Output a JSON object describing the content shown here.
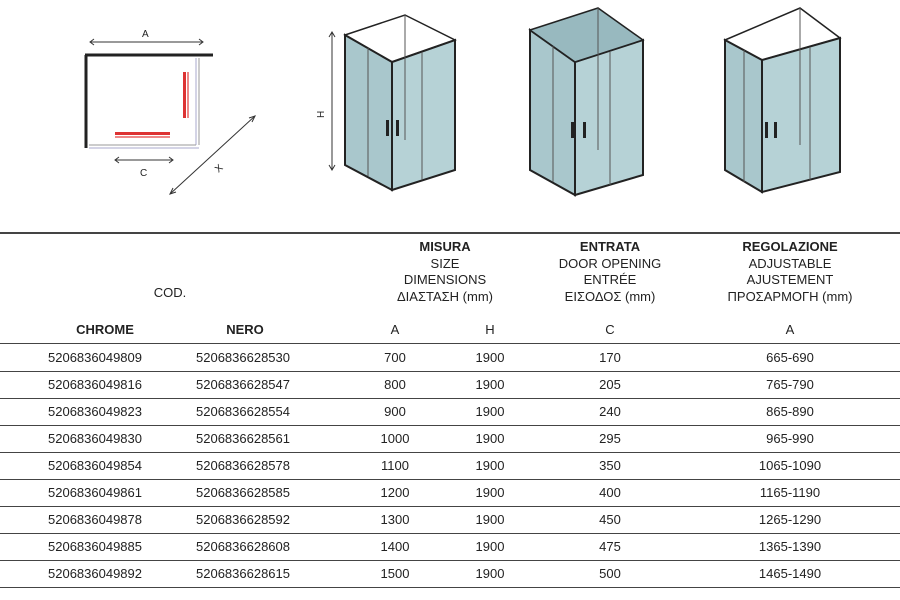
{
  "diagrams": {
    "plan": {
      "label_a": "A",
      "label_c": "C",
      "label_x": "X"
    },
    "shower_label_h": "H"
  },
  "table": {
    "cod_label": "COD.",
    "groups": {
      "misura": {
        "line1": "MISURA",
        "line2": "SIZE",
        "line3": "DIMENSIONS",
        "line4": "ΔΙΑΣΤΑΣΗ (mm)"
      },
      "entrata": {
        "line1": "ENTRATA",
        "line2": "DOOR OPENING",
        "line3": "ENTRÉE",
        "line4": "ΕΙΣΟΔΟΣ (mm)"
      },
      "regolazione": {
        "line1": "REGOLAZIONE",
        "line2": "ADJUSTABLE",
        "line3": "AJUSTEMENT",
        "line4": "ΠΡΟΣΑΡΜΟΓΗ (mm)"
      }
    },
    "columns": {
      "chrome": "CHROME",
      "nero": "NERO",
      "a": "A",
      "h": "H",
      "c": "C",
      "adj": "A"
    },
    "rows": [
      {
        "chrome": "5206836049809",
        "nero": "5206836628530",
        "a": "700",
        "h": "1900",
        "c": "170",
        "adj": "665-690"
      },
      {
        "chrome": "5206836049816",
        "nero": "5206836628547",
        "a": "800",
        "h": "1900",
        "c": "205",
        "adj": "765-790"
      },
      {
        "chrome": "5206836049823",
        "nero": "5206836628554",
        "a": "900",
        "h": "1900",
        "c": "240",
        "adj": "865-890"
      },
      {
        "chrome": "5206836049830",
        "nero": "5206836628561",
        "a": "1000",
        "h": "1900",
        "c": "295",
        "adj": "965-990"
      },
      {
        "chrome": "5206836049854",
        "nero": "5206836628578",
        "a": "1100",
        "h": "1900",
        "c": "350",
        "adj": "1065-1090"
      },
      {
        "chrome": "5206836049861",
        "nero": "5206836628585",
        "a": "1200",
        "h": "1900",
        "c": "400",
        "adj": "1165-1190"
      },
      {
        "chrome": "5206836049878",
        "nero": "5206836628592",
        "a": "1300",
        "h": "1900",
        "c": "450",
        "adj": "1265-1290"
      },
      {
        "chrome": "5206836049885",
        "nero": "5206836628608",
        "a": "1400",
        "h": "1900",
        "c": "475",
        "adj": "1365-1390"
      },
      {
        "chrome": "5206836049892",
        "nero": "5206836628615",
        "a": "1500",
        "h": "1900",
        "c": "500",
        "adj": "1465-1490"
      }
    ]
  }
}
